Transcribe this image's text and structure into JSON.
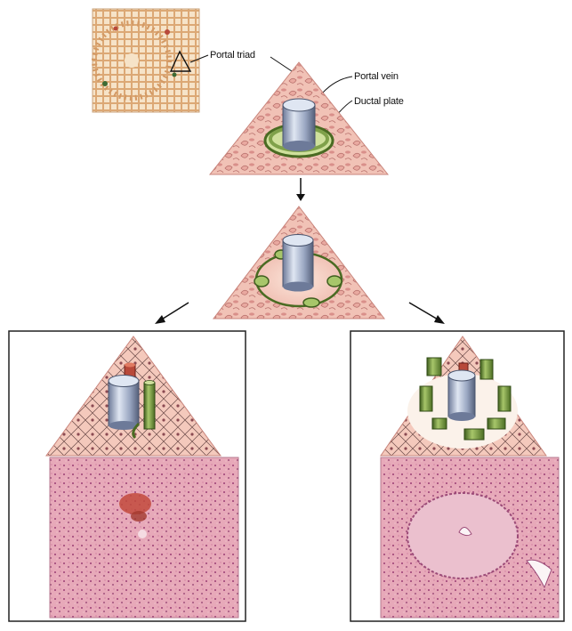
{
  "labels": {
    "portal_triad": "Portal triad",
    "portal_vein": "Portal vein",
    "ductal_plate": "Ductal plate"
  },
  "colors": {
    "parenchyma": "#f1c2b6",
    "cell_outline": "#b66e6a",
    "vein_body": "#8f9cb8",
    "vein_highlight": "#dfe6f2",
    "duct_green": "#7fa14a",
    "duct_dark": "#3f5e1e",
    "artery_red": "#b8493a",
    "histology_pink": "#e6a7b6",
    "lobule_tan": "#e3b98d"
  }
}
